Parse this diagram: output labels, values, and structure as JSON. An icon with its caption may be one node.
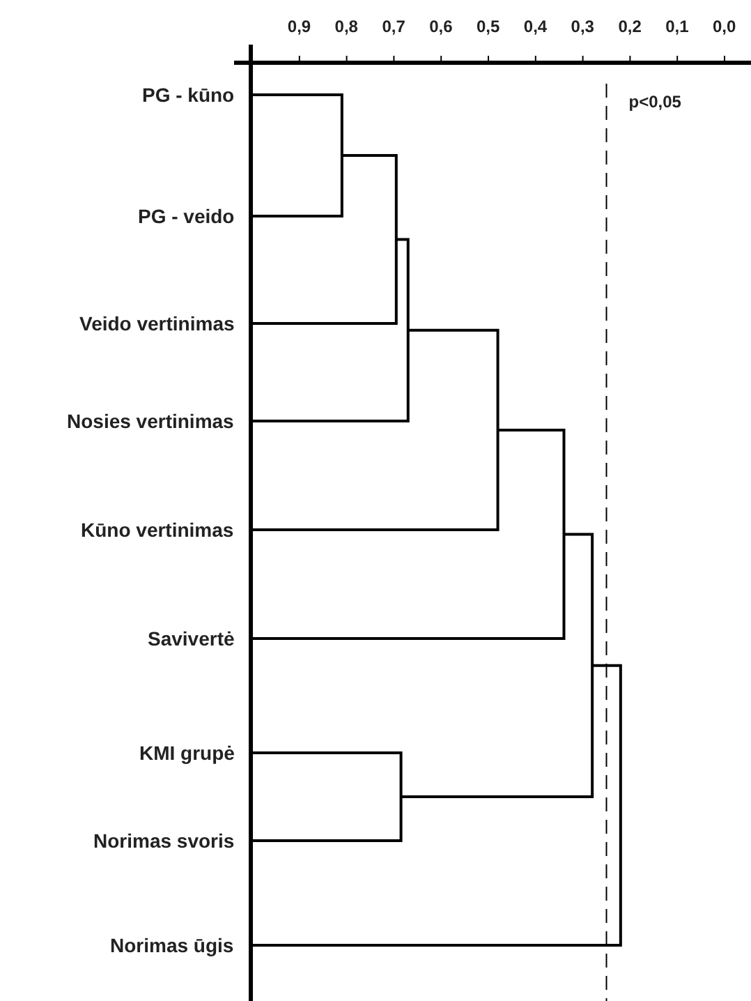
{
  "diagram": {
    "labels": [
      "0,9",
      "0,8",
      "0,7",
      "0,6",
      "0,5",
      "0,4",
      "0,3",
      "0,2",
      "0,1",
      "0,0",
      "p<0,05",
      "PG - kūno",
      "PG - veido",
      "Veido vertinimas",
      "Nosies vertinimas",
      "Kūno vertinimas",
      "Savivertė",
      "KMI grupė",
      "Norimas svoris",
      "Norimas ūgis"
    ]
  }
}
